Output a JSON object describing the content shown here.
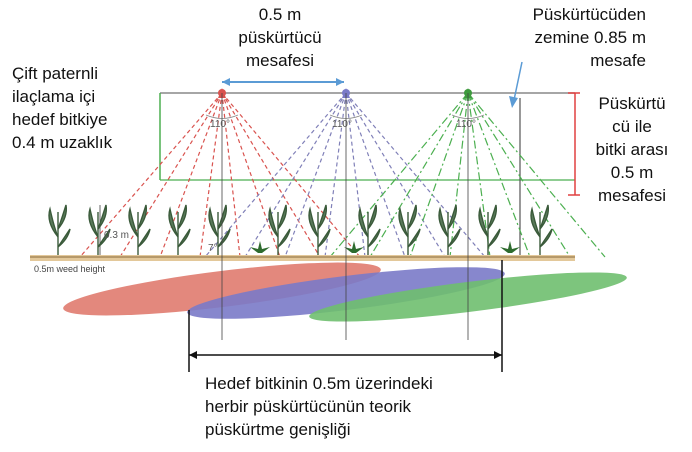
{
  "labels": {
    "nozzle_spacing": [
      "0.5 m",
      "püskürtücü",
      "mesafesi"
    ],
    "nozzle_ground": [
      "Püskürtücüden",
      "zemine 0.85 m",
      "mesafe"
    ],
    "double_pattern": [
      "Çift paternli",
      "ilaçlama içi",
      "hedef bitkiye",
      "0.4 m uzaklık"
    ],
    "nozzle_plant": [
      "Püskürtü",
      "cü ile",
      "bitki arası",
      "0.5 m",
      "mesafesi"
    ],
    "plant_height_small": "0.3 m",
    "weed_height": "0.5m weed height",
    "angles": [
      "110°",
      "110°",
      "110°"
    ],
    "small_angle": "7°",
    "theoretical_width": [
      "Hedef bitkinin 0.5m üzerindeki",
      "herbir püskürtücünün teorik",
      "püskürtme genişliği"
    ]
  },
  "colors": {
    "red": "#d9534f",
    "blue": "#7a7ac8",
    "green": "#4caf50",
    "dim_arrow": "#5b9bd5",
    "dim_red": "#e04040",
    "ground": "#e3c89a"
  }
}
